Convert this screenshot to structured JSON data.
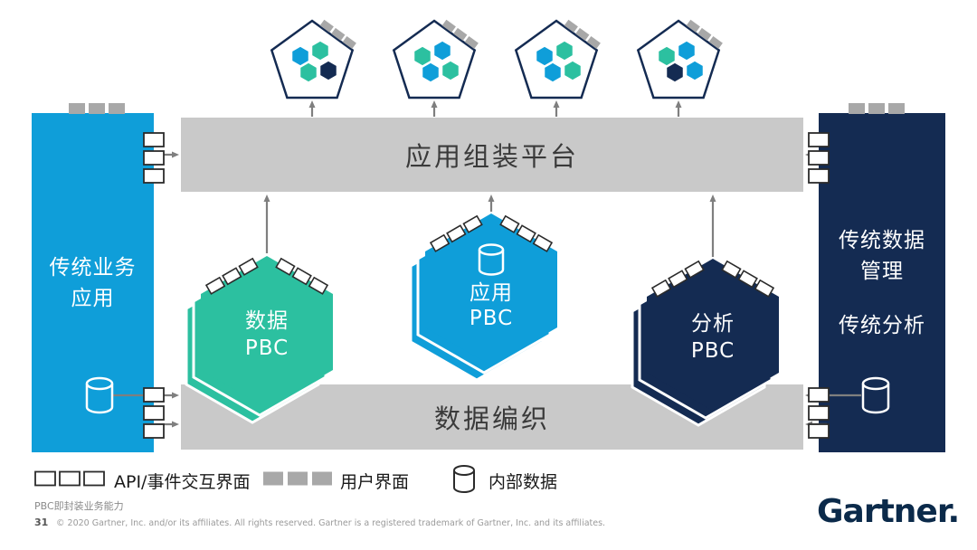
{
  "palette": {
    "blue": "#0f9ed9",
    "teal": "#2cc0a0",
    "navy": "#142b52",
    "bar_gray": "#c9c9c9",
    "bar_text": "#3a3a3a",
    "dash_gray": "#a8a8a8",
    "arrow_gray": "#7f7f7f",
    "logo_navy": "#0b2a4a"
  },
  "platform_bar": {
    "label": "应用组装平台"
  },
  "data_fabric_bar": {
    "label": "数据编织"
  },
  "left_panel": {
    "label_line1": "传统业务",
    "label_line2": "应用"
  },
  "right_panel": {
    "label_line1": "传统数据",
    "label_line2": "管理",
    "label_line3": "传统分析"
  },
  "pbc_hexagons": {
    "data": {
      "name": "数据",
      "sub": "PBC",
      "color": "#2cc0a0"
    },
    "app": {
      "name": "应用",
      "sub": "PBC",
      "color": "#0f9ed9"
    },
    "analytics": {
      "name": "分析",
      "sub": "PBC",
      "color": "#142b52"
    }
  },
  "pentagons": {
    "items": [
      {
        "hexes": [
          "#0f9ed9",
          "#2cc0a0",
          "#2cc0a0",
          "#142b52"
        ]
      },
      {
        "hexes": [
          "#2cc0a0",
          "#0f9ed9",
          "#0f9ed9",
          "#2cc0a0"
        ]
      },
      {
        "hexes": [
          "#0f9ed9",
          "#2cc0a0",
          "#0f9ed9",
          "#2cc0a0"
        ]
      },
      {
        "hexes": [
          "#2cc0a0",
          "#0f9ed9",
          "#142b52",
          "#0f9ed9"
        ]
      }
    ]
  },
  "legend": {
    "api": "API/事件交互界面",
    "ui": "用户界面",
    "internal_data": "内部数据"
  },
  "footer": {
    "footnote": "PBC即封装业务能力",
    "page_number": "31",
    "copyright": "© 2020 Gartner, Inc. and/or its affiliates. All rights reserved. Gartner is a registered trademark of Gartner, Inc. and its affiliates.",
    "logo": "Gartner."
  }
}
